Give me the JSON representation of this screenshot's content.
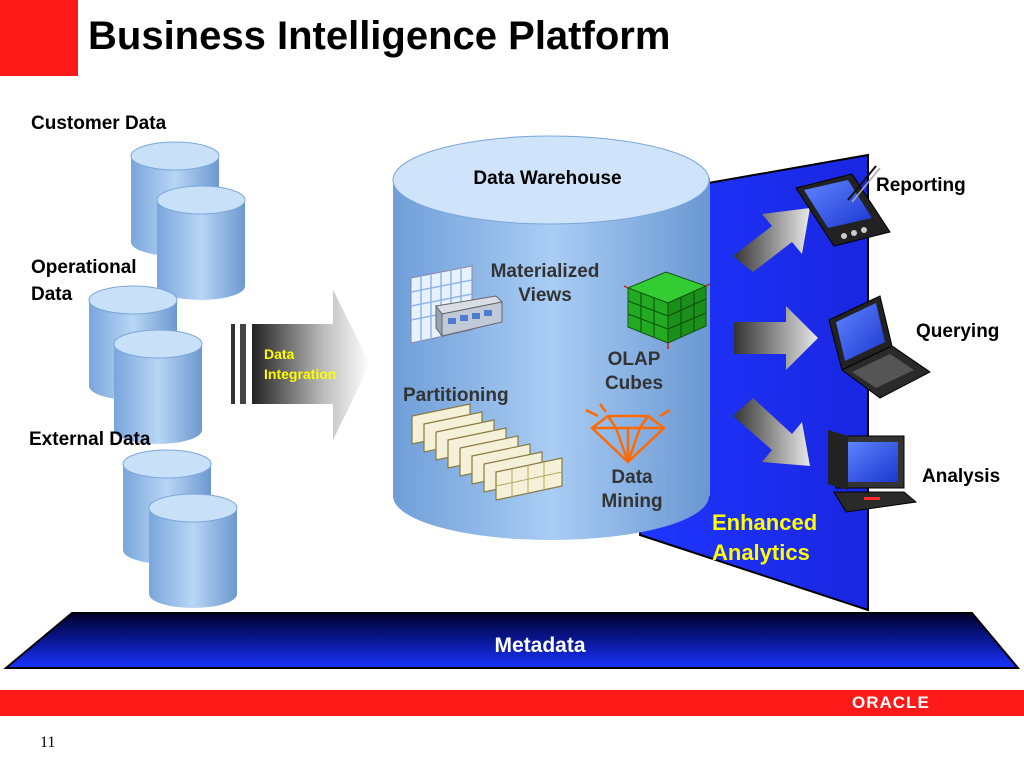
{
  "slide": {
    "title": "Business Intelligence Platform",
    "page_number": "11"
  },
  "sources": [
    {
      "label": "Customer Data"
    },
    {
      "label": "Operational Data"
    },
    {
      "label": "External Data"
    }
  ],
  "integration": {
    "label": "Data Integration"
  },
  "warehouse": {
    "title": "Data Warehouse",
    "materialized_views": "Materialized Views",
    "olap_cubes": "OLAP Cubes",
    "partitioning": "Partitioning",
    "data_mining": "Data Mining"
  },
  "analytics": {
    "label": "Enhanced Analytics"
  },
  "outputs": [
    {
      "label": "Reporting"
    },
    {
      "label": "Querying"
    },
    {
      "label": "Analysis"
    }
  ],
  "metadata": {
    "label": "Metadata"
  },
  "brand": {
    "logo_text": "ORACLE",
    "accent": "#ff1a1a",
    "highlight": "#ffff00",
    "panel_blue": "#1a2bff"
  }
}
